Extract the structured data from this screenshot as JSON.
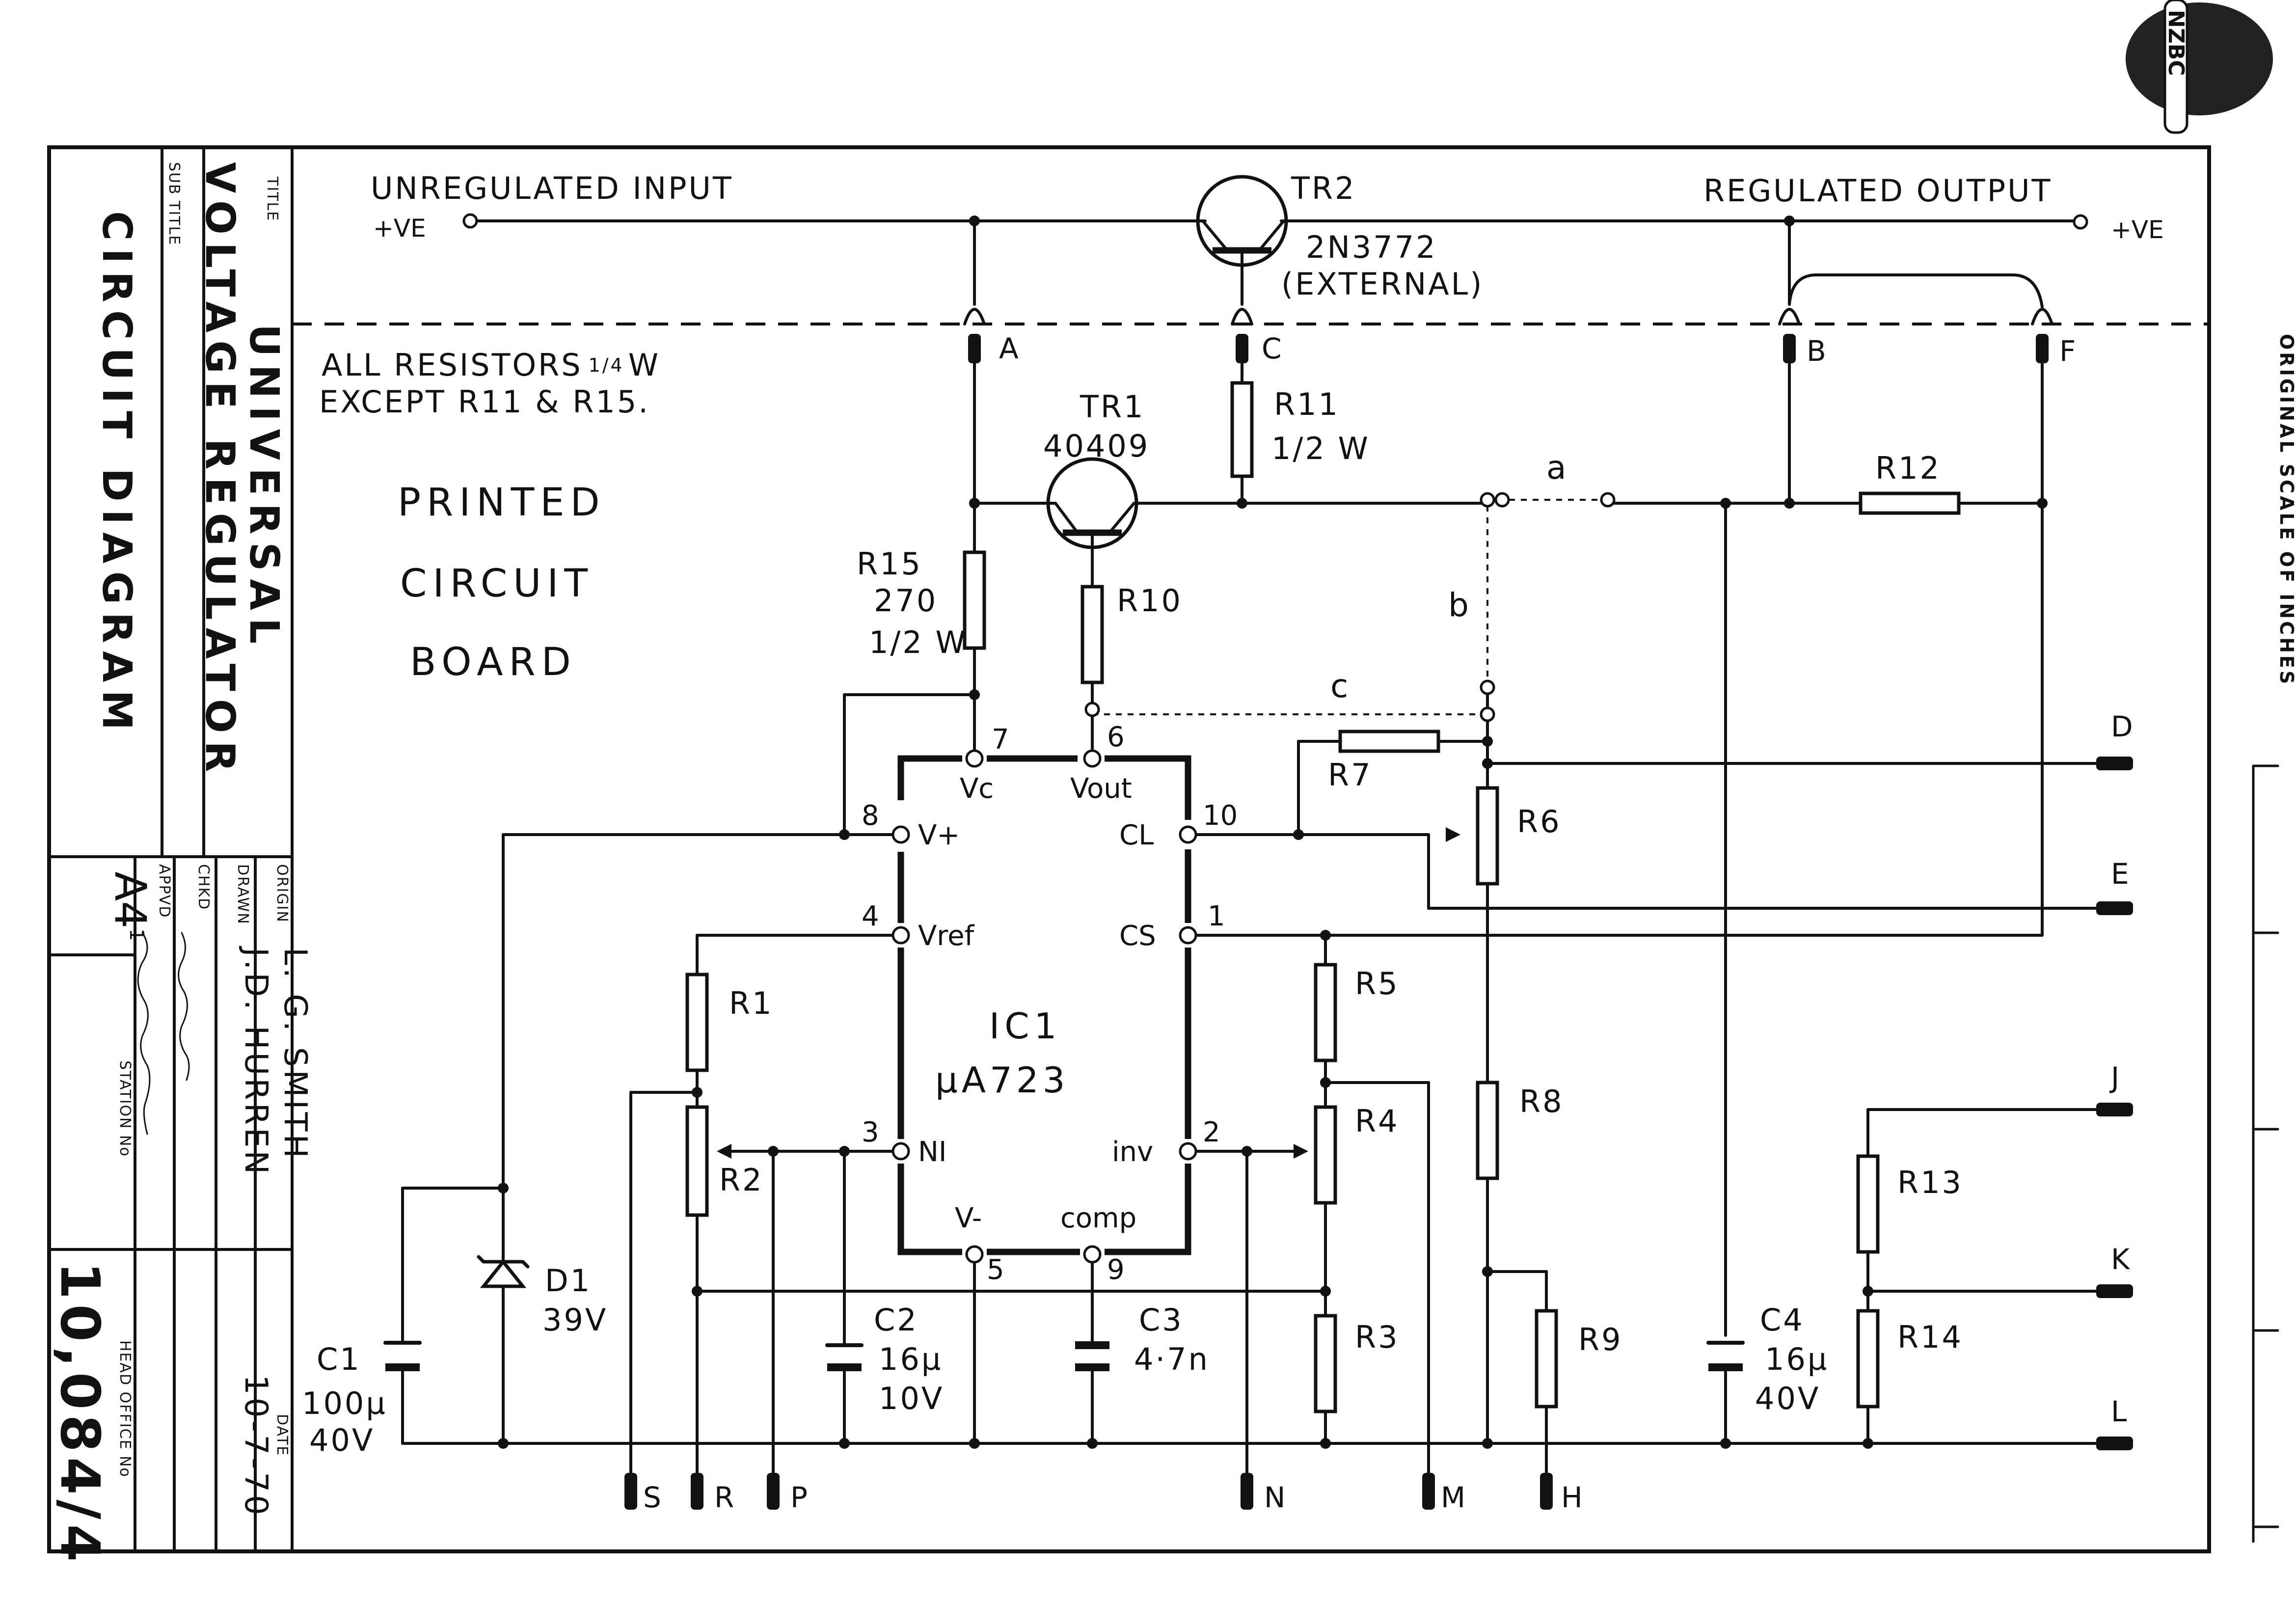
{
  "title_block": {
    "title_caption": "TITLE",
    "title_line1": "UNIVERSAL",
    "title_line2": "VOLTAGE REGULATOR",
    "subtitle_caption": "SUB TITLE",
    "subtitle": "CIRCUIT DIAGRAM",
    "size": "A4",
    "size_sup": "1",
    "origin_caption": "ORIGIN",
    "origin": "L. G. SMITH",
    "drawn_caption": "DRAWN",
    "drawn": "J.D. HURREN",
    "chkd_caption": "CHKD",
    "appvd_caption": "APPVD",
    "date_caption": "DATE",
    "date": "10-7-70",
    "station_caption": "STATION No",
    "head_office_caption": "HEAD OFFICE No",
    "drawing_no": "10,084/4"
  },
  "logo": {
    "text": "NZBC"
  },
  "scale_label": "ORIGINAL SCALE OF INCHES",
  "notes": {
    "input": "UNREGULATED INPUT",
    "output": "REGULATED OUTPUT",
    "plus_ve": "+VE",
    "resistor_note_1": "ALL RESISTORS",
    "resistor_note_frac": "1/4",
    "resistor_note_w": "W",
    "resistor_note_2": "EXCEPT R11 & R15.",
    "pcb_1": "PRINTED",
    "pcb_2": "CIRCUIT",
    "pcb_3": "BOARD"
  },
  "components": {
    "tr2": "TR2",
    "tr2_type": "2N3772",
    "tr2_note": "(EXTERNAL)",
    "tr1": "TR1",
    "tr1_type": "40409",
    "r11": "R11",
    "r11_watt": "1/2 W",
    "r15": "R15",
    "r15_val": "270",
    "r15_watt": "1/2 W",
    "r10": "R10",
    "r12": "R12",
    "r7": "R7",
    "r6": "R6",
    "r5": "R5",
    "r4": "R4",
    "r3": "R3",
    "r8": "R8",
    "r9": "R9",
    "r1": "R1",
    "r2": "R2",
    "r13": "R13",
    "r14": "R14",
    "ic1": "IC1",
    "ic1_type": "µA723",
    "d1": "D1",
    "d1_val": "39V",
    "c1": "C1",
    "c1_val1": "100µ",
    "c1_val2": "40V",
    "c2": "C2",
    "c2_val1": "16µ",
    "c2_val2": "10V",
    "c3": "C3",
    "c3_val": "4·7n",
    "c4": "C4",
    "c4_val1": "16µ",
    "c4_val2": "40V"
  },
  "ic_pins": {
    "vc": "Vc",
    "vout": "Vout",
    "vplus": "V+",
    "vref": "Vref",
    "ni": "NI",
    "vminus": "V-",
    "comp": "comp",
    "cl": "CL",
    "cs": "CS",
    "inv": "inv",
    "n7": "7",
    "n6": "6",
    "n8": "8",
    "n4": "4",
    "n3": "3",
    "n5": "5",
    "n9": "9",
    "n10": "10",
    "n1": "1",
    "n2": "2"
  },
  "links": {
    "a": "a",
    "b": "b",
    "c": "c"
  },
  "terminals": {
    "A": "A",
    "C": "C",
    "B": "B",
    "F": "F",
    "D": "D",
    "E": "E",
    "J": "J",
    "K": "K",
    "L": "L",
    "S": "S",
    "R": "R",
    "P": "P",
    "N": "N",
    "M": "M",
    "H": "H"
  }
}
